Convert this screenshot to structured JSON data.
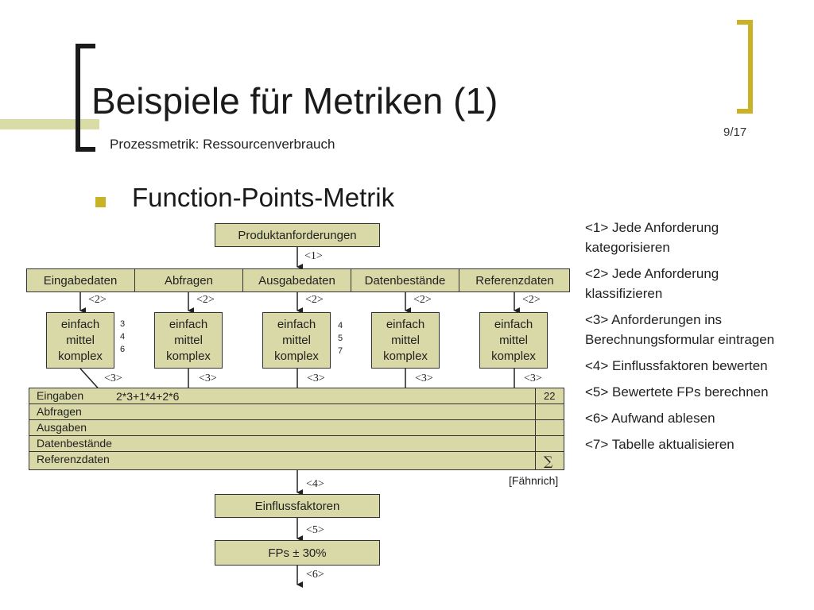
{
  "header": {
    "title": "Beispiele für Metriken (1)",
    "subtitle": "Prozessmetrik: Ressourcenverbrauch",
    "page": "9/17"
  },
  "bullet": "Function-Points-Metrik",
  "diagram": {
    "top_box": "Produktanforderungen",
    "step1": "<1>",
    "categories": [
      "Eingabedaten",
      "Abfragen",
      "Ausgabedaten",
      "Datenbestände",
      "Referenzdaten"
    ],
    "step2": "<2>",
    "class_lines": [
      "einfach",
      "mittel",
      "komplex"
    ],
    "weights_a": [
      "3",
      "4",
      "6"
    ],
    "weights_b": [
      "4",
      "5",
      "7"
    ],
    "step3": "<3>",
    "table_rows": [
      "Eingaben",
      "Abfragen",
      "Ausgaben",
      "Datenbestände",
      "Referenzdaten"
    ],
    "formula": "2*3+1*4+2*6",
    "result": "22",
    "sum_symbol": "∑",
    "source": "[Fähnrich]",
    "step4": "<4>",
    "factors_box": "Einflussfaktoren",
    "step5": "<5>",
    "fp_box": "FPs ± 30%",
    "step6": "<6>"
  },
  "steps_list": [
    "<1> Jede Anforderung kategorisieren",
    "<2> Jede Anforderung klassifizieren",
    "<3> Anforderungen ins Berechnungsformular eintragen",
    "<4> Einflussfaktoren bewerten",
    "<5> Bewertete FPs berechnen",
    "<6> Aufwand ablesen",
    "<7> Tabelle aktualisieren"
  ],
  "colors": {
    "accent": "#c9b226",
    "box_fill": "#d8d9a7",
    "bar": "#d9dca4"
  }
}
